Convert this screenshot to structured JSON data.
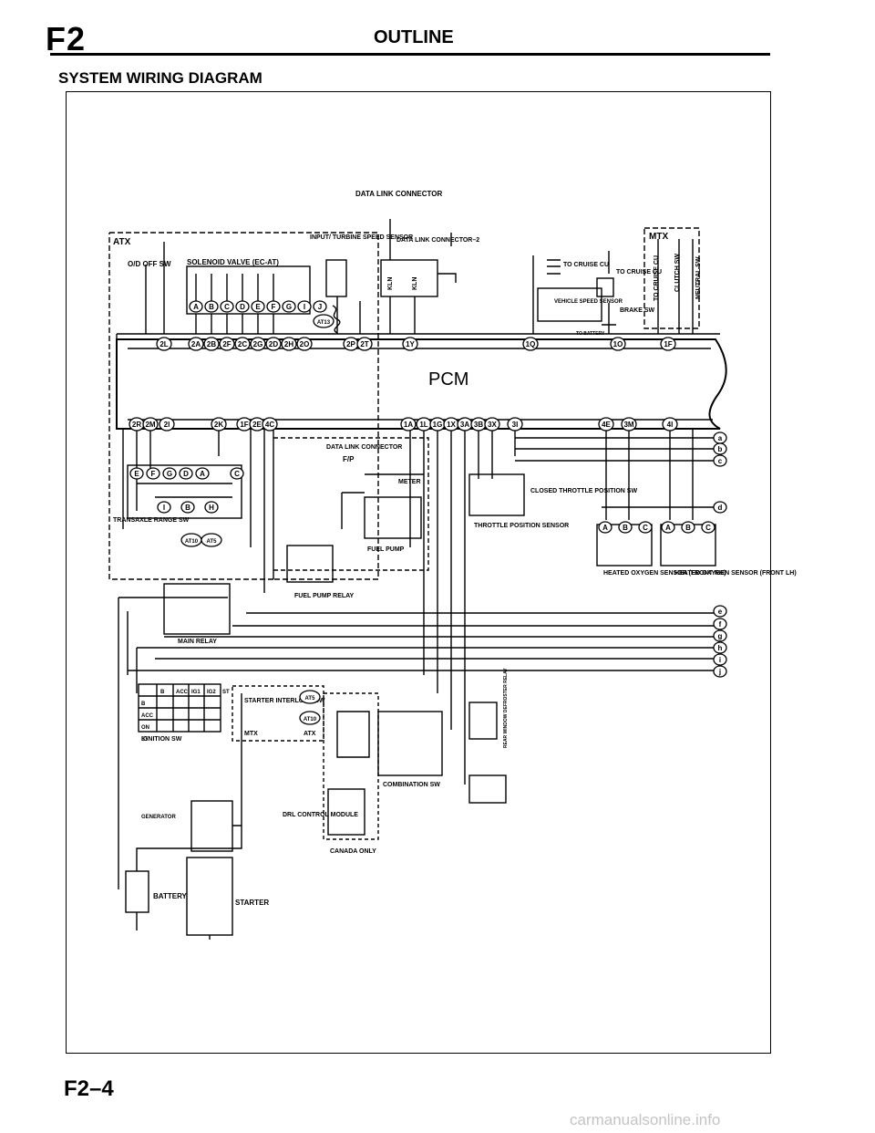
{
  "header": {
    "section": "F2",
    "title": "OUTLINE"
  },
  "heading": "SYSTEM WIRING DIAGRAM",
  "footer": {
    "page_number": "F2–4",
    "watermark": "carmanualsonline.info"
  },
  "diagram": {
    "pcm_label": "PCM",
    "atx_label": "ATX",
    "mtx_label": "MTX",
    "components": {
      "data_link_connector_top": "DATA LINK CONNECTOR",
      "input_turbine_speed_sensor": "INPUT/ TURBINE SPEED SENSOR",
      "data_link_connector_2": "DATA LINK CONNECTOR–2",
      "od_off_sw": "O/D OFF SW",
      "solenoid_valve": "SOLENOID VALVE (EC-AT)",
      "to_cruise_cu_left": "TO CRUISE CU",
      "vehicle_speed_sensor": "VEHICLE SPEED SENSOR",
      "to_cruise_cu_right": "TO CRUISE CU",
      "brake_sw": "BRAKE SW",
      "to_battery": "TO BATTERY",
      "to_cruise_cu_vertical": "TO CRUISE CU",
      "clutch_sw": "CLUTCH SW",
      "neutral_sw": "NEUTRAL SW",
      "data_link_connector_mid": "DATA LINK CONNECTOR",
      "fp_terminal": "F/P",
      "meter": "METER",
      "closed_throttle_position_sw": "CLOSED THROTTLE POSITION SW",
      "throttle_position_sensor": "THROTTLE POSITION SENSOR",
      "transaxle_range_sw": "TRANSAXLE RANGE SW",
      "fuel_pump": "FUEL PUMP",
      "fuel_pump_relay": "FUEL PUMP RELAY",
      "heated_oxygen_sensor_rh": "HEATED OXYGEN SENSOR (FRONT RH)",
      "heated_oxygen_sensor_lh": "HEATED OXYGEN SENSOR (FRONT LH)",
      "main_relay": "MAIN RELAY",
      "ignition_sw": "IGNITION SW",
      "starter_interlock_sw": "STARTER INTERLOCK SW",
      "starter_mtx": "MTX",
      "starter_atx": "ATX",
      "rear_window_defroster_relay": "REAR WINDOW DEFROSTER RELAY",
      "combination_sw": "COMBINATION SW",
      "generator": "GENERATOR",
      "drl_control_module": "DRL CONTROL MODULE",
      "canada_only": "CANADA ONLY",
      "battery": "BATTERY",
      "starter": "STARTER",
      "kln": "KLN"
    },
    "pcm_top_pins": [
      "2L",
      "2A",
      "2B",
      "2F",
      "2C",
      "2G",
      "2D",
      "2H",
      "2O",
      "2P",
      "2T",
      "1Y",
      "1Q",
      "1O",
      "1F"
    ],
    "pcm_bottom_pins": [
      "2R",
      "2M",
      "2I",
      "2K",
      "1F",
      "2E",
      "4C",
      "1A",
      "1L",
      "1G",
      "1X",
      "3A",
      "3B",
      "3X",
      "3I",
      "4E",
      "3M",
      "4I"
    ],
    "solenoid_pins": [
      "A",
      "B",
      "C",
      "D",
      "E",
      "F",
      "G",
      "I",
      "J"
    ],
    "transaxle_pins_top": [
      "E",
      "F",
      "G",
      "D",
      "A",
      "C"
    ],
    "transaxle_pins_bottom": [
      "I",
      "B",
      "H"
    ],
    "heated_o2_pins": [
      "A",
      "B",
      "C"
    ],
    "at_badges": [
      "AT13",
      "AT10",
      "AT5",
      "AT5",
      "AT10"
    ],
    "side_connectors": [
      "a",
      "b",
      "c",
      "d",
      "e",
      "f",
      "g",
      "h",
      "i",
      "j"
    ],
    "ignition_columns": [
      "B",
      "ACC",
      "IG1",
      "IG2",
      "ST"
    ],
    "ignition_rows": [
      "B",
      "ACC",
      "ON",
      "ST"
    ]
  }
}
